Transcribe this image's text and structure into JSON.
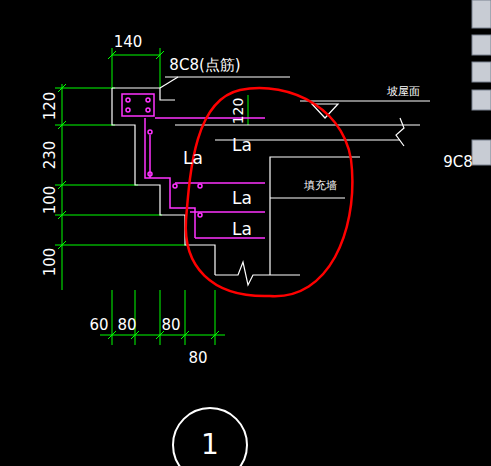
{
  "diagram": {
    "nodes": [
      {
        "text": [
          "1"
        ]
      }
    ],
    "labels": [
      "140",
      "8C8(点筋)",
      "120",
      "230",
      "100",
      "100",
      "60",
      "80",
      "80",
      "80",
      "120",
      "La",
      "La",
      "La",
      "La",
      "坡屋面",
      "填充墙",
      "9C8"
    ]
  }
}
